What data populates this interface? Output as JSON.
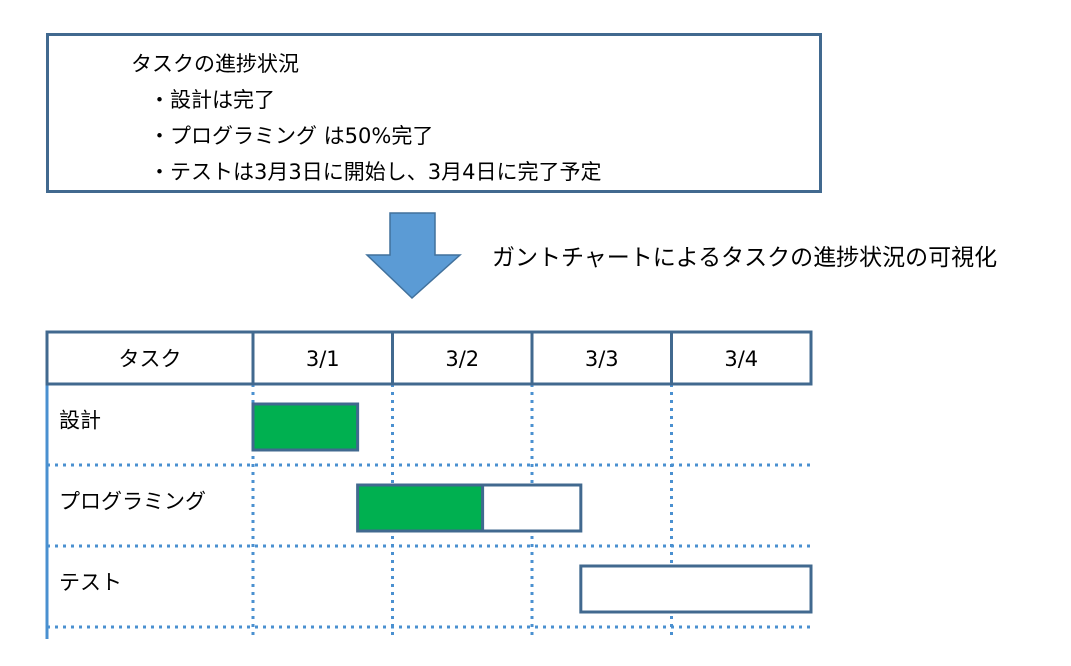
{
  "summary": {
    "title": "タスクの進捗状況",
    "items": [
      "・設計は完了",
      "・プログラミング は50%完了",
      "・テストは3月3日に開始し、3月4日に完了予定"
    ]
  },
  "caption": "ガントチャートによるタスクの進捗状況の可視化",
  "chart_data": {
    "type": "gantt",
    "task_header": "タスク",
    "dates": [
      "3/1",
      "3/2",
      "3/3",
      "3/4"
    ],
    "tasks": [
      {
        "name": "設計",
        "start": 0.0,
        "end": 0.75,
        "progress": 1.0
      },
      {
        "name": "プログラミング",
        "start": 0.75,
        "end": 2.35,
        "progress": 0.56
      },
      {
        "name": "テスト",
        "start": 2.35,
        "end": 4.0,
        "progress": 0.0
      }
    ],
    "colors": {
      "done": "#00b050",
      "outline": "#41698f",
      "grid": "#4a90d0"
    }
  }
}
